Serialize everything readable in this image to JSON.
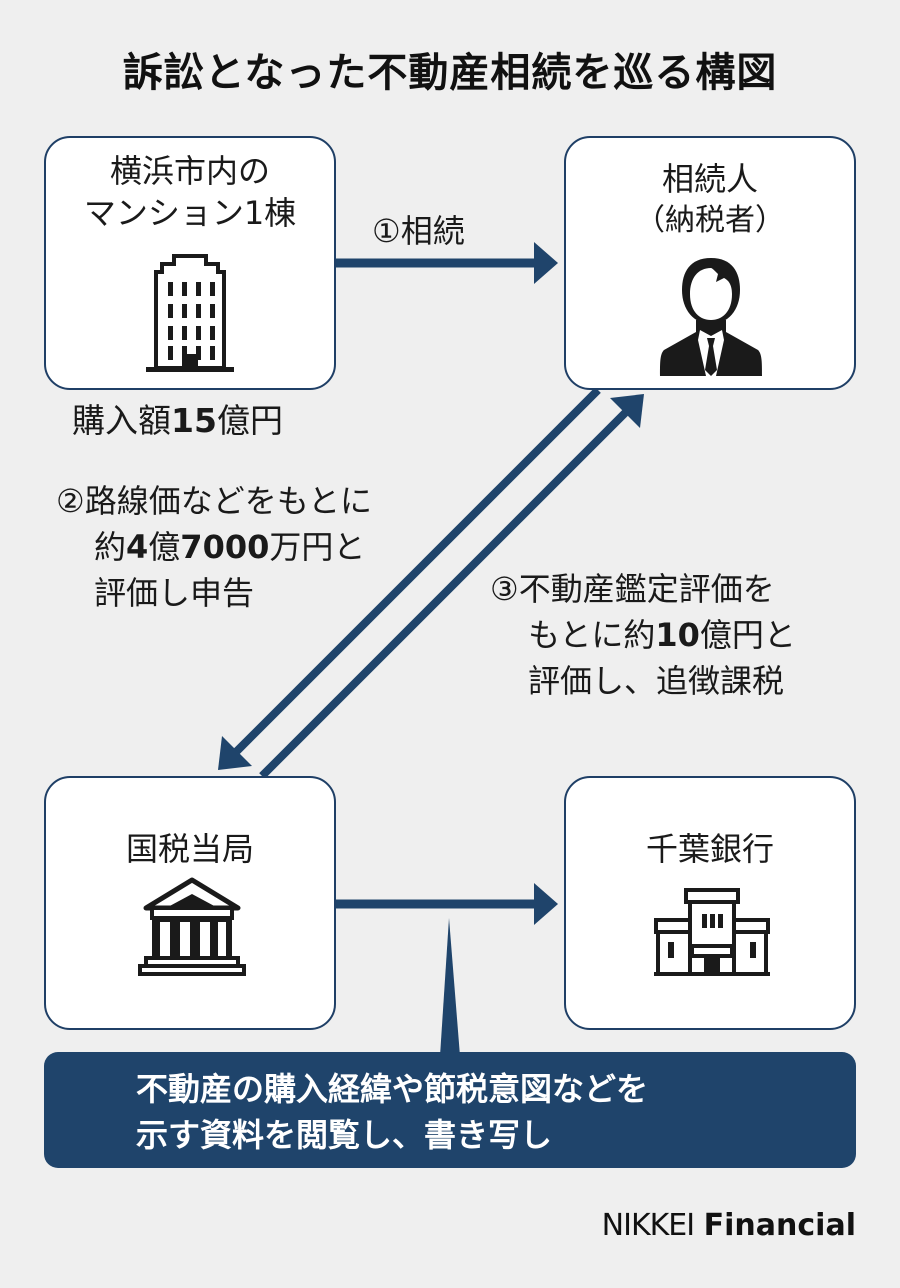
{
  "title": "訴訟となった不動産相続を巡る構図",
  "colors": {
    "accent": "#1f446b",
    "border": "#1f3f66",
    "background": "#efefef",
    "icon": "#1a1a1a"
  },
  "nodes": {
    "property": {
      "line1": "横浜市内の",
      "line2": "マンション1棟",
      "icon": "building-icon",
      "caption_prefix": "購入額",
      "caption_value": "15",
      "caption_suffix": "億円"
    },
    "heir": {
      "line1": "相続人",
      "line2": "（納税者）",
      "icon": "businessman-icon"
    },
    "tax_authority": {
      "label": "国税当局",
      "icon": "government-building-icon"
    },
    "bank": {
      "label": "千葉銀行",
      "icon": "bank-building-icon"
    }
  },
  "edges": {
    "inheritance": {
      "label": "①相続"
    },
    "declaration": {
      "line1": "②路線価などをもとに",
      "line2_a": "約",
      "line2_b": "4",
      "line2_c": "億",
      "line2_d": "7000",
      "line2_e": "万円と",
      "line3": "評価し申告"
    },
    "assessment": {
      "line1": "③不動産鑑定評価を",
      "line2_a": "もとに約",
      "line2_b": "10",
      "line2_c": "億円と",
      "line3": "評価し、追徴課税"
    }
  },
  "callout": {
    "line1": "不動産の購入経緯や節税意図などを",
    "line2": "示す資料を閲覧し、書き写し"
  },
  "logo": {
    "part1": "NIKKEI",
    "part2": "Financial"
  }
}
